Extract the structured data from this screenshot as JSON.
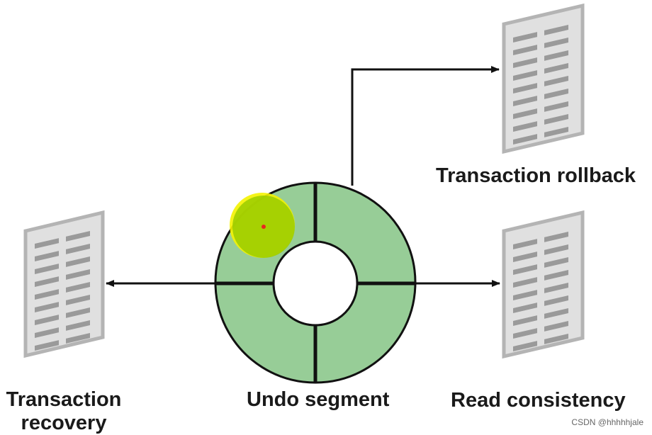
{
  "labels": {
    "transaction_rollback": "Transaction rollback",
    "read_consistency": "Read consistency",
    "undo_segment": "Undo segment",
    "transaction_recovery_line1": "Transaction",
    "transaction_recovery_line2": "recovery"
  },
  "watermark": "CSDN @hhhhhjale",
  "icons": {
    "document": "document-icon",
    "cursor": "cursor-highlight"
  },
  "colors": {
    "segment_fill": "#97cd97",
    "outline": "#111111",
    "document_fill": "#e0e0e0",
    "document_lines": "#9a9a9a",
    "cursor_outer": "#f4f300",
    "cursor_inner": "#9acb00",
    "cursor_dot": "#e8281e"
  }
}
